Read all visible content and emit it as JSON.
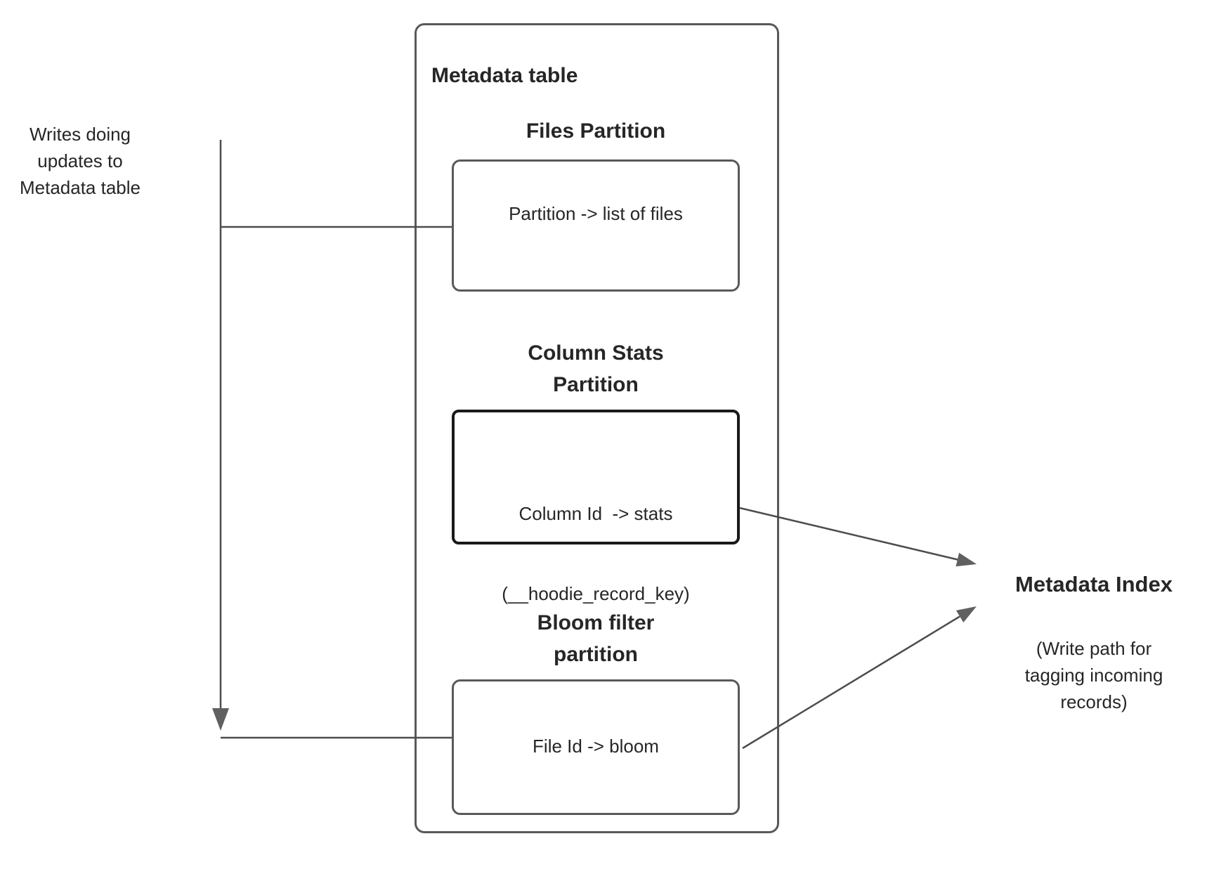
{
  "colors": {
    "line": "#4d4d4d",
    "arrowhead": "#606060",
    "box_border": "#595959",
    "dark_box_border": "#1a1a1a",
    "text": "#262626"
  },
  "left_note": {
    "lines": [
      "Writes doing",
      "updates to",
      "Metadata table"
    ]
  },
  "metadata_table": {
    "title": "Metadata table",
    "files_partition": {
      "heading": "Files Partition",
      "body_lines": [
        "Partition -> list of files"
      ]
    },
    "column_stats_partition": {
      "heading_lines": [
        "Column Stats",
        "Partition"
      ],
      "body_lines": [
        "Column Id  -> stats",
        "(__hoodie_record_key)"
      ]
    },
    "bloom_filter_partition": {
      "heading_lines": [
        "Bloom filter",
        "partition"
      ],
      "body_lines": [
        "File Id -> bloom"
      ]
    }
  },
  "metadata_index": {
    "title": "Metadata Index",
    "subtitle_lines": [
      "(Write path for",
      "tagging incoming",
      "records)"
    ]
  }
}
